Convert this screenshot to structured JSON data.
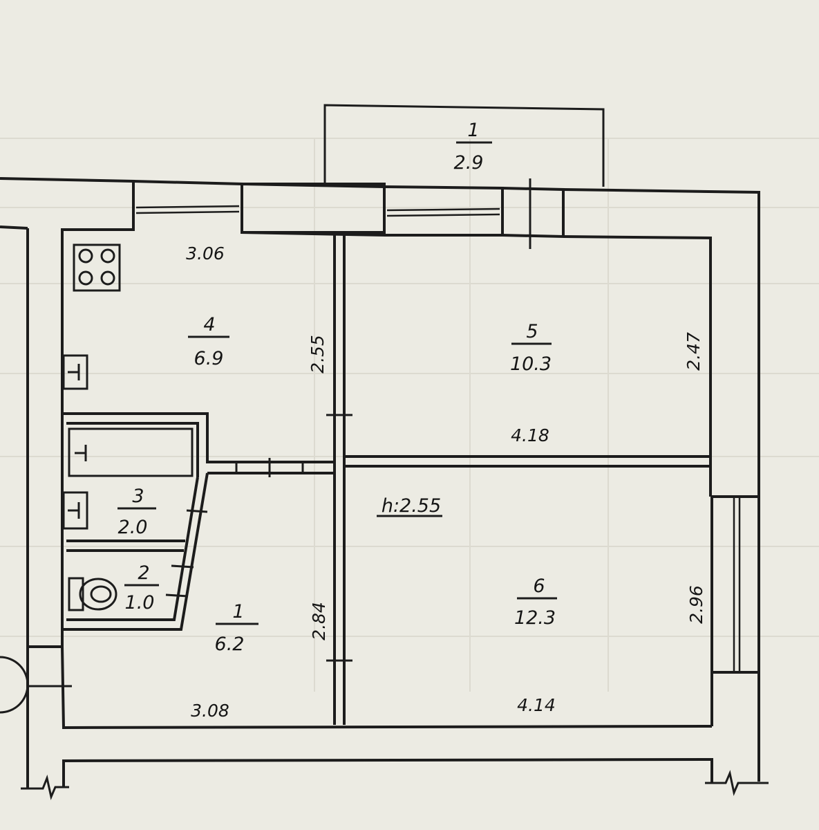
{
  "rooms": [
    {
      "number": "1",
      "area": "2.9"
    },
    {
      "number": "1",
      "area": "6.2"
    },
    {
      "number": "2",
      "area": "1.0"
    },
    {
      "number": "3",
      "area": "2.0"
    },
    {
      "number": "4",
      "area": "6.9"
    },
    {
      "number": "5",
      "area": "10.3"
    },
    {
      "number": "6",
      "area": "12.3"
    }
  ],
  "dimensions": {
    "kitchen_width": "3.06",
    "kitchen_depth": "2.55",
    "room5_width": "4.18",
    "room5_depth": "2.47",
    "hall_width": "3.08",
    "hall_depth": "2.84",
    "room6_width": "4.14",
    "room6_depth": "2.96"
  },
  "ceiling_height": "h:2.55"
}
